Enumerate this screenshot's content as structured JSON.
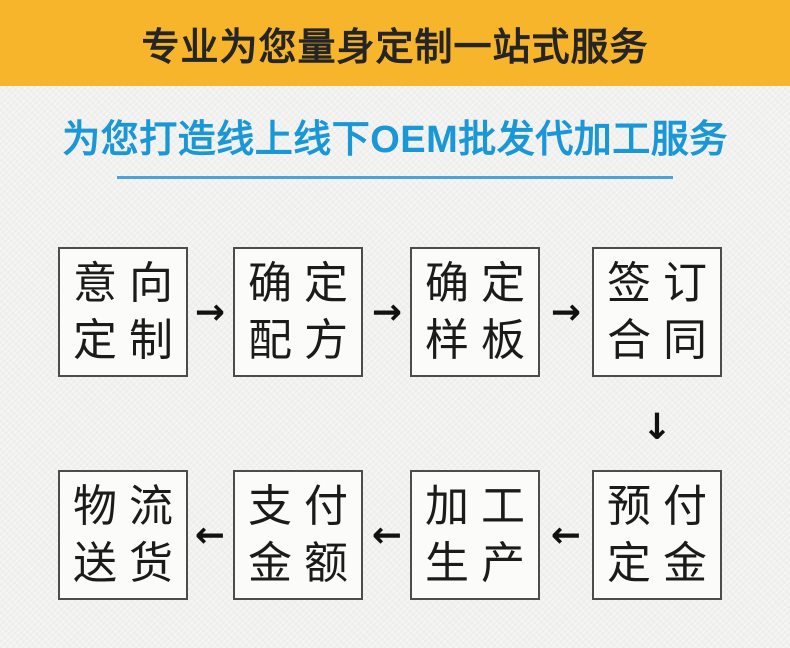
{
  "banner": {
    "title": "专业为您量身定制一站式服务"
  },
  "subtitle": {
    "text": "为您打造线上线下OEM批发代加工服务"
  },
  "flow": {
    "row1": [
      {
        "line1": "意向",
        "line2": "定制"
      },
      {
        "line1": "确定",
        "line2": "配方"
      },
      {
        "line1": "确定",
        "line2": "样板"
      },
      {
        "line1": "签订",
        "line2": "合同"
      }
    ],
    "row2": [
      {
        "line1": "物流",
        "line2": "送货"
      },
      {
        "line1": "支付",
        "line2": "金额"
      },
      {
        "line1": "加工",
        "line2": "生产"
      },
      {
        "line1": "预付",
        "line2": "定金"
      }
    ]
  },
  "icons": {
    "arrow_right": "→",
    "arrow_left": "←",
    "arrow_down": "↓"
  },
  "colors": {
    "banner_bg": "#f7b52c",
    "banner_text": "#252525",
    "accent_blue": "#1a97d6",
    "underline_blue": "#4aa3da",
    "page_bg": "#f1f1ef",
    "box_border": "#4c4c4c",
    "box_text": "#1b1b1b",
    "arrow_color": "#111111"
  }
}
